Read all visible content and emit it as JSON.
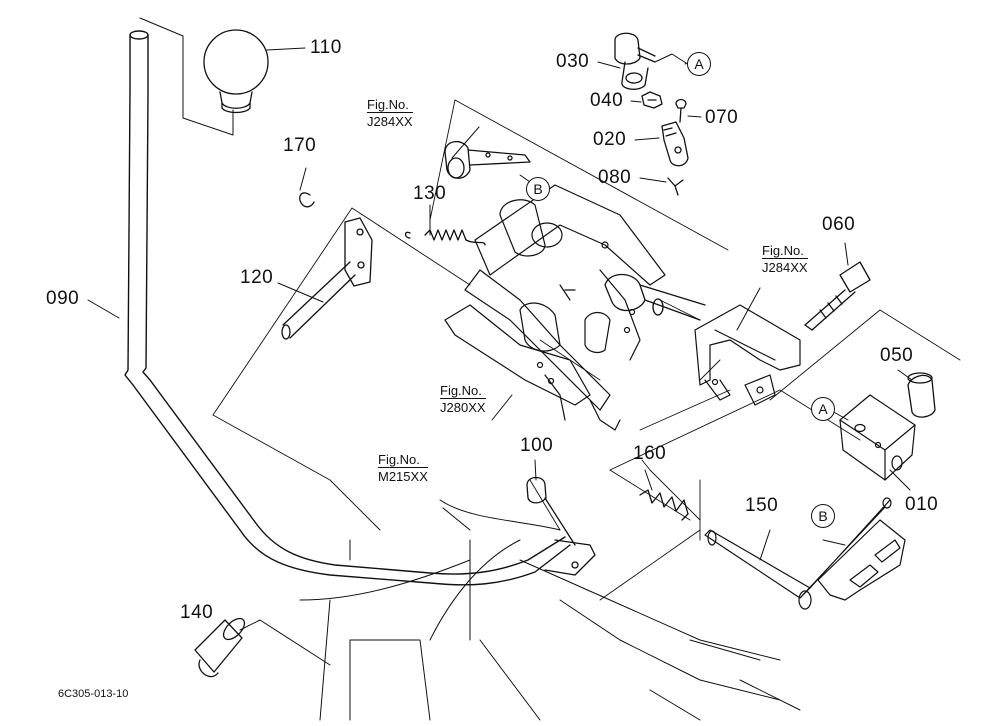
{
  "parts": {
    "p110": "110",
    "p170": "170",
    "p130": "130",
    "p120": "120",
    "p090": "090",
    "p030": "030",
    "p040": "040",
    "p070": "070",
    "p020": "020",
    "p080": "080",
    "p060": "060",
    "p050": "050",
    "p010": "010",
    "p100": "100",
    "p160": "160",
    "p150": "150",
    "p140": "140"
  },
  "figrefs": {
    "f1_prefix": "Fig.No.",
    "f1_code": "J284XX",
    "f2_prefix": "Fig.No.",
    "f2_code": "J284XX",
    "f3_prefix": "Fig.No.",
    "f3_code": "J280XX",
    "f4_prefix": "Fig.No.",
    "f4_code": "M215XX"
  },
  "callouts": {
    "a1": "A",
    "a2": "A",
    "b1": "B",
    "b2": "B"
  },
  "footer": {
    "drawing_id": "6C305-013-10"
  }
}
